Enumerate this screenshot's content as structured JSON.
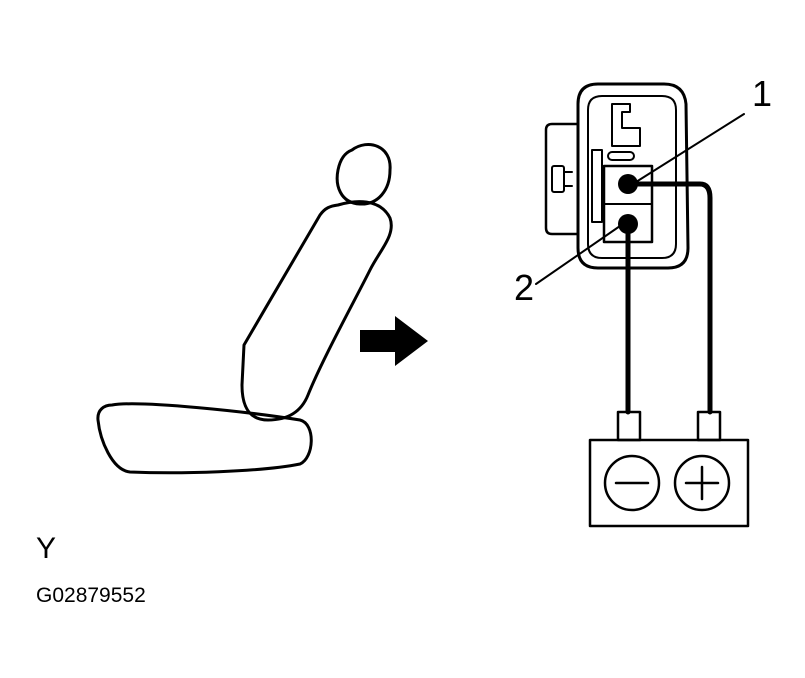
{
  "diagram": {
    "callouts": [
      {
        "id": "terminal-1",
        "label": "1"
      },
      {
        "id": "terminal-2",
        "label": "2"
      }
    ],
    "battery": {
      "negative_symbol": "−",
      "positive_symbol": "+"
    },
    "view_label": "Y",
    "figure_code": "G02879552",
    "colors": {
      "ink": "#000000",
      "paper": "#ffffff"
    },
    "icons": [
      "seat-icon",
      "arrow-right-icon",
      "connector-icon",
      "battery-icon"
    ]
  }
}
